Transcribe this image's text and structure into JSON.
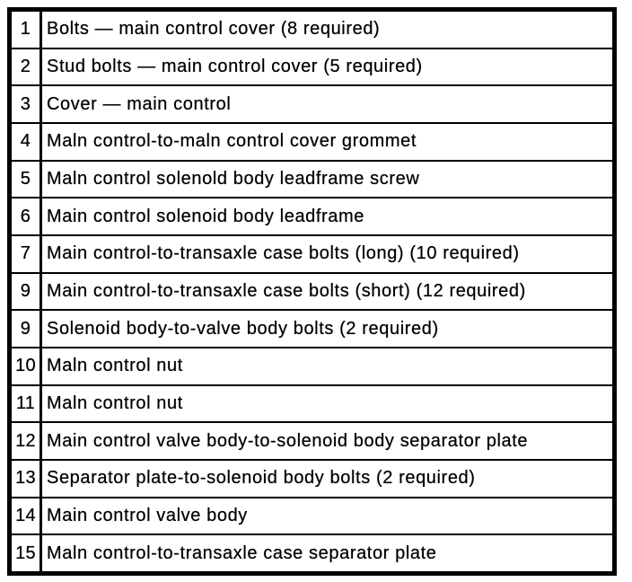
{
  "colors": {
    "border": "#000000",
    "background": "#ffffff",
    "text": "#000000"
  },
  "table": {
    "description": "Main control parts legend table",
    "rows": [
      {
        "num": "1",
        "desc": "Bolts — main control cover (8 required)"
      },
      {
        "num": "2",
        "desc": "Stud bolts — main control cover (5 required)"
      },
      {
        "num": "3",
        "desc": "Cover — main control"
      },
      {
        "num": "4",
        "desc": "Maln control-to-maln control cover grommet"
      },
      {
        "num": "5",
        "desc": "Maln control solenold body leadframe screw"
      },
      {
        "num": "6",
        "desc": "Main control solenoid body leadframe"
      },
      {
        "num": "7",
        "desc": "Main control-to-transaxle case bolts (long) (10 required)"
      },
      {
        "num": "9",
        "desc": "Main control-to-transaxle case bolts (short) (12 required)"
      },
      {
        "num": "9",
        "desc": "Solenoid body-to-valve body bolts (2 required)"
      },
      {
        "num": "10",
        "desc": "Maln control nut"
      },
      {
        "num": "11",
        "desc": "Maln control nut"
      },
      {
        "num": "12",
        "desc": "Main control valve body-to-solenoid body separator plate"
      },
      {
        "num": "13",
        "desc": "Separator plate-to-solenoid body bolts (2 required)"
      },
      {
        "num": "14",
        "desc": "Main control valve body"
      },
      {
        "num": "15",
        "desc": "Maln control-to-transaxle case separator plate"
      }
    ]
  }
}
